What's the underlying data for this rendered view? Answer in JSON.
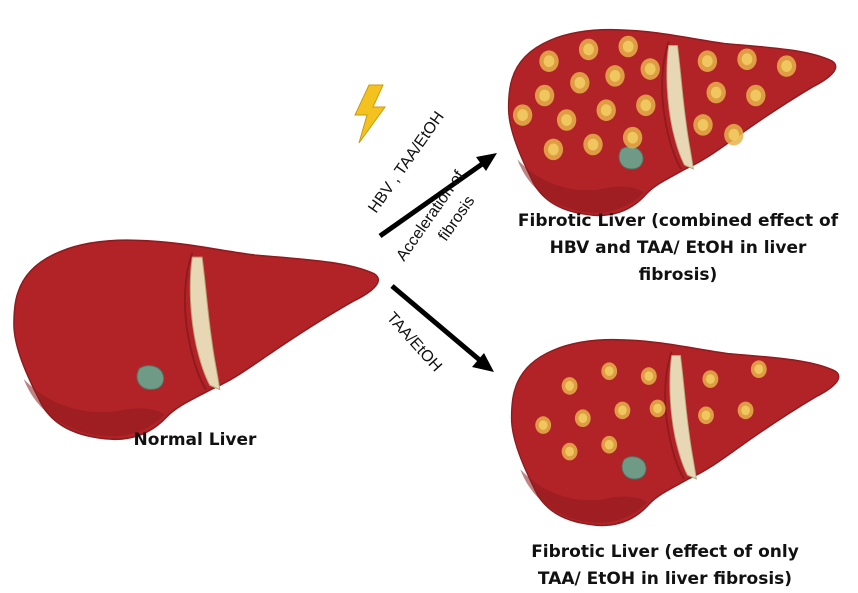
{
  "colors": {
    "liver_fill": "#B22328",
    "liver_dark": "#8E1B1E",
    "liver_highlight": "#C73A3D",
    "ligament": "#E8D7B4",
    "gallbladder": "#6E9A86",
    "nodule": "#E7B24A",
    "nodule_core": "#F2CB62",
    "bolt": "#F4C21F",
    "arrow": "#000000"
  },
  "icons": {
    "bolt": "lightning-bolt-icon"
  },
  "diagram": {
    "normal_label": "Normal Liver",
    "upper_arrow": {
      "label_top": "HBV , TAA/EtOH",
      "label_bottom_1": "Acceleration of",
      "label_bottom_2": "fibrosis"
    },
    "lower_arrow": {
      "label": "TAA/EtOH"
    },
    "fibrotic_combined": {
      "line1": "Fibrotic Liver (combined effect of",
      "line2": "HBV and TAA/   EtOH   in liver",
      "line3": "fibrosis)"
    },
    "fibrotic_only": {
      "line1": "Fibrotic Liver (effect of only",
      "line2": "TAA/ EtOH   in liver fibrosis)"
    }
  }
}
